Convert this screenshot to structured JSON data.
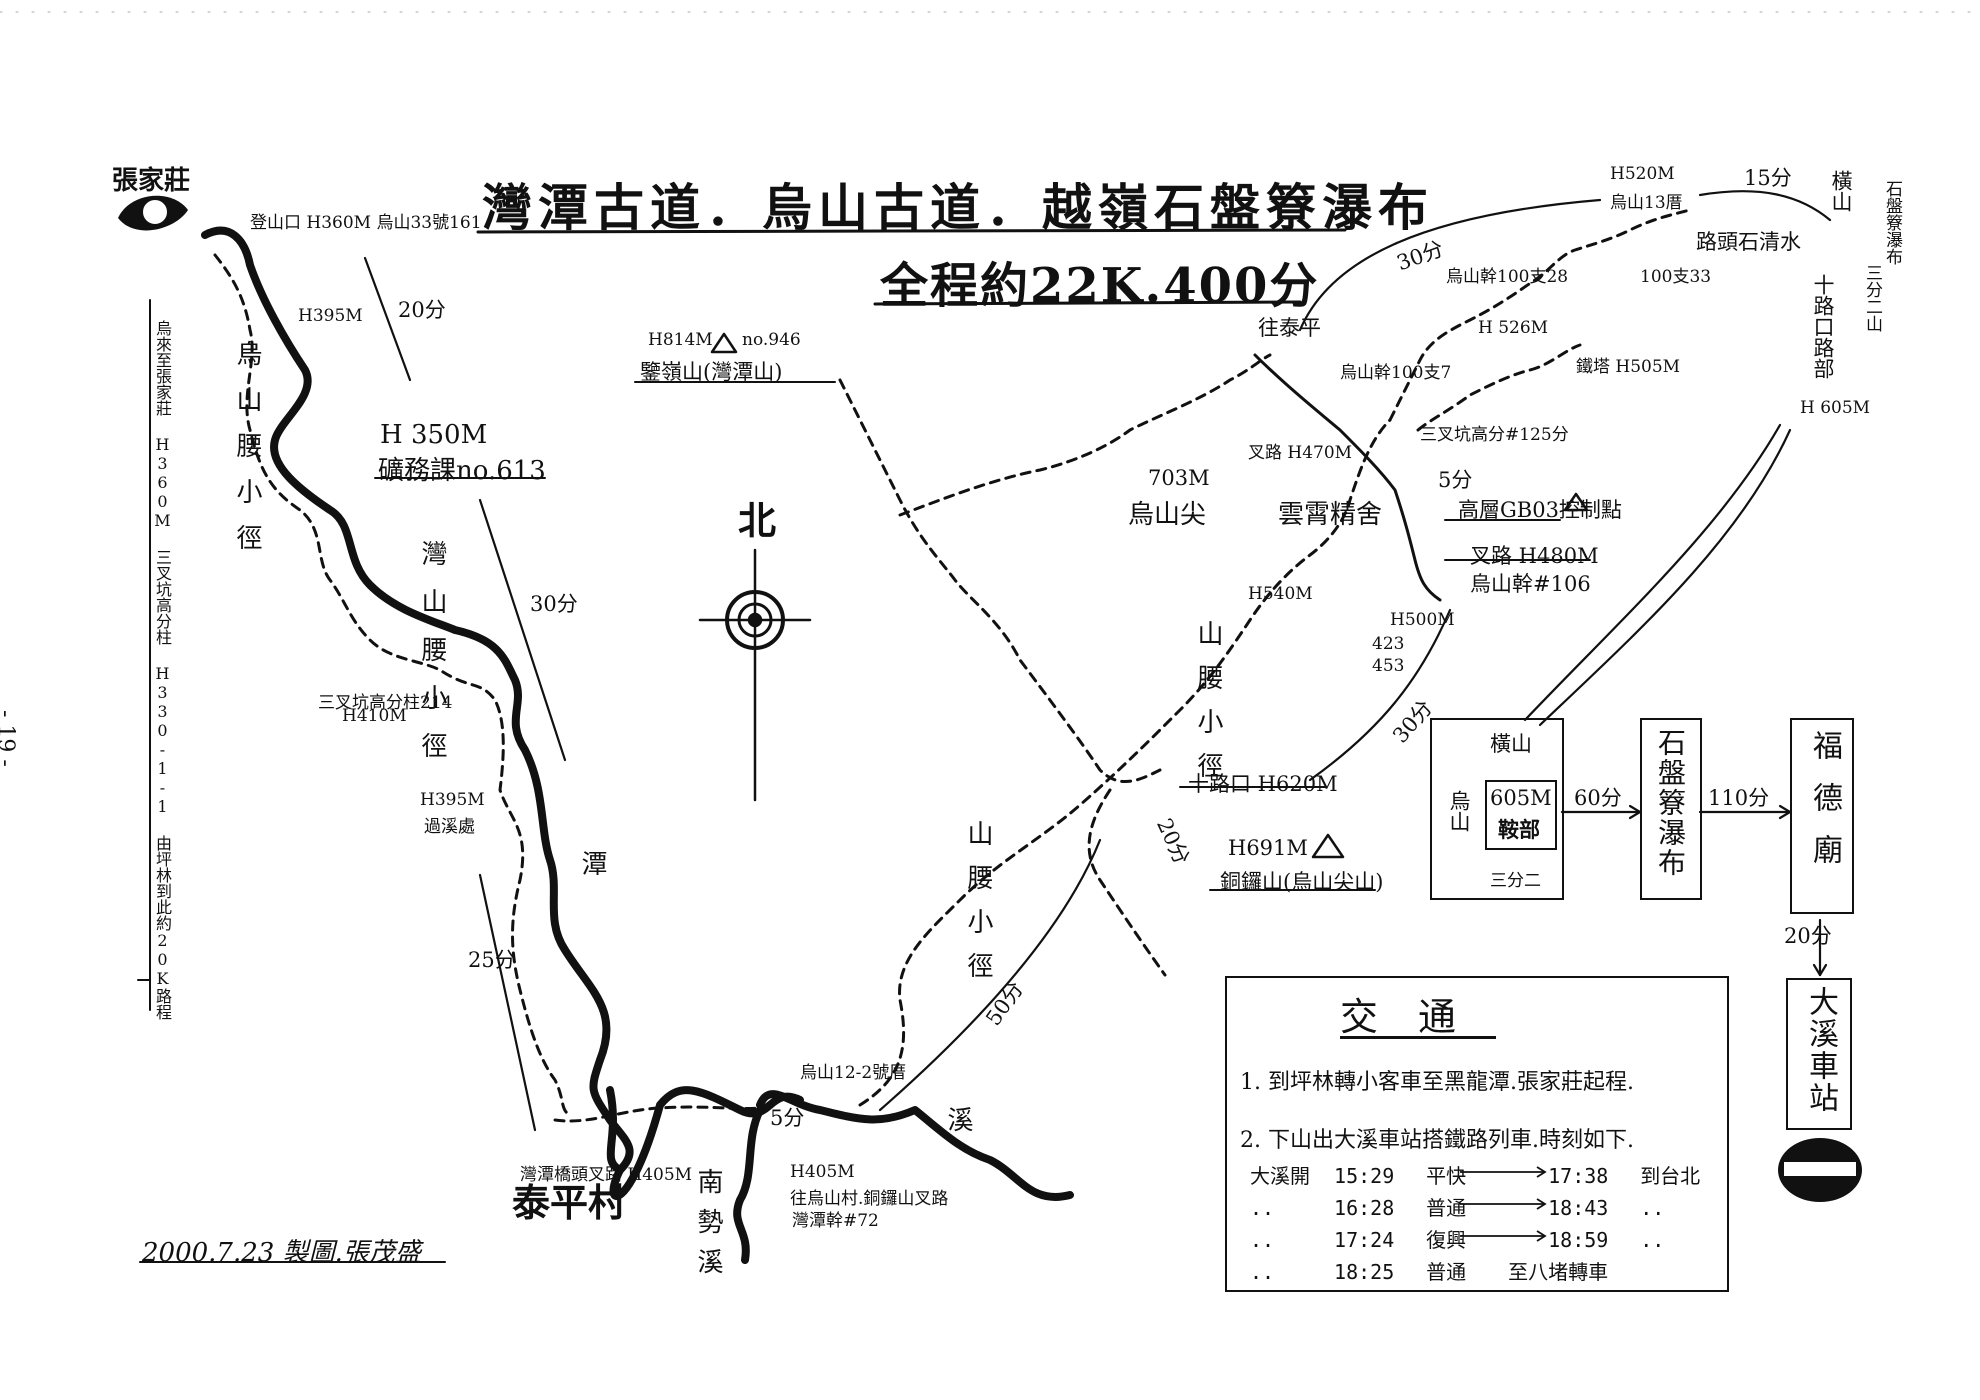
{
  "title": "灣潭古道．烏山古道．越嶺石盤簝瀑布",
  "subtitle": "全程約22K.400分",
  "page_number": "- 19 -",
  "credit": "2000.7.23 製圖.張茂盛",
  "north": "北",
  "places": {
    "zhangjiazhuang": "張家莊",
    "taipingcun": "泰平村",
    "wangtai_top": "往泰平",
    "yunxiao": "雲霄精舍",
    "wushan_jian": "烏山尖",
    "wushan_jian_h": "703M",
    "jianlingshan_h": "H814M",
    "jianlingshan_no": "no.946",
    "jianlingshan": "鑒嶺山(灣潭山)",
    "tongshan_h": "H691M",
    "tongshan": "銅鑼山(烏山尖山)",
    "trailhead": "登山口 H360M 烏山33號161",
    "h395_top": "H395M",
    "h350": "H 350M",
    "police": "礦務課no.613",
    "junction_214": "三叉坑高分柱214",
    "h410": "H410M",
    "h395_mid": "H395M",
    "crossing": "過溪處",
    "bridge_junction": "灣潭橋頭叉路 H405M",
    "wushan_12": "烏山12-2號厝",
    "h405": "H405M",
    "to_wushan": "往烏山村.銅鑼山叉路",
    "wantan_72": "灣潭幹#72",
    "h540": "H540M",
    "h500": "H500M",
    "n423": "423",
    "n453": "453",
    "crossroad_620": "十路口 H620M",
    "junction_480": "叉路 H480M",
    "wushan_106": "烏山幹#106",
    "gb03": "高層GB03控制點",
    "junction_470": "叉路 H470M",
    "wushan_1007": "烏山幹100支7",
    "sanchakeng_125": "三叉坑高分#125分",
    "h526": "H 526M",
    "power_505": "鐵塔 H505M",
    "wushan_10028": "烏山幹100支28",
    "n10033": "100支33",
    "h520": "H520M",
    "wushan_13": "烏山13厝",
    "road_shipan": "路頭石清水",
    "hengshan": "橫山",
    "waterfall_side": "石盤簝瀑布",
    "sanfener": "三分二山",
    "crossroad_side": "十路口路部",
    "h605": "H 605M"
  },
  "vertical_labels": {
    "wushan_trail_1": "烏山腰小徑",
    "wantan_trail": "灣山腰小徑",
    "tan": "潭",
    "nanshi": "南勢溪",
    "mid_trail": "山腰小徑",
    "right_trail": "山腰小徑",
    "xi": "溪",
    "note_left": "烏來至張家莊 H360M 三叉坑高分柱 H330-1-1 由坪林到此約20K路程"
  },
  "times": {
    "t20_top": "20分",
    "t30_mid": "30分",
    "t25": "25分",
    "t50": "50分",
    "t5_bottom": "5分",
    "t30_right": "30分",
    "t30_top": "30分",
    "t5_right": "5分",
    "t15": "15分",
    "t20_bottom": "20分",
    "t60": "60分",
    "t110": "110分",
    "t20_station": "20分"
  },
  "schematic": {
    "hengshan": "橫山",
    "wushan": "烏山",
    "center_h": "605M",
    "center_name": "鞍部",
    "sanfener": "三分二",
    "waterfall": "石盤簝瀑布",
    "fude": "福德廟",
    "station": "大溪車站"
  },
  "transport": {
    "heading": "交通",
    "line1": "1. 到坪林轉小客車至黑龍潭.張家莊起程.",
    "line2": "2. 下山出大溪車站搭鐵路列車.時刻如下.",
    "rows": [
      {
        "from": "大溪開",
        "dep": "15:29",
        "type": "平快",
        "arr": "17:38",
        "dest": "到台北"
      },
      {
        "from": "..",
        "dep": "16:28",
        "type": "普通",
        "arr": "18:43",
        "dest": ".."
      },
      {
        "from": "..",
        "dep": "17:24",
        "type": "復興",
        "arr": "18:59",
        "dest": ".."
      },
      {
        "from": "..",
        "dep": "18:25",
        "type": "普通",
        "arr": "至八堵轉車",
        "dest": ""
      }
    ]
  },
  "colors": {
    "ink": "#111111",
    "paper": "#ffffff"
  }
}
